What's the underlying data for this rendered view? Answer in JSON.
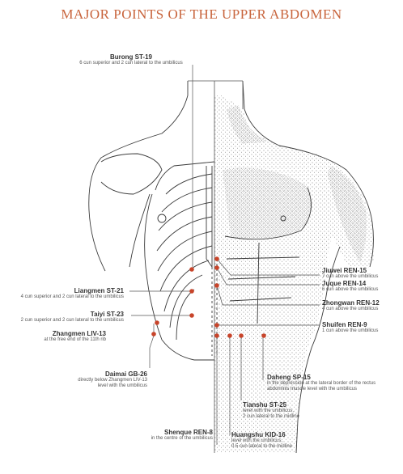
{
  "title": "MAJOR POINTS OF THE UPPER ABDOMEN",
  "colors": {
    "title": "#c8643c",
    "point": "#c8442a",
    "line": "#555555",
    "body": "#3a3a3a"
  },
  "points": [
    {
      "id": "burong",
      "name": "Burong ST-19",
      "desc": [
        "6 cun superior and 2 cun lateral to the umbilicus"
      ]
    },
    {
      "id": "jiuwei",
      "name": "Jiuwei REN-15",
      "desc": [
        "7 cun above the umbilicus"
      ]
    },
    {
      "id": "juque",
      "name": "Juque REN-14",
      "desc": [
        "6 cun above the umbilicus"
      ]
    },
    {
      "id": "liangmen",
      "name": "Liangmen ST-21",
      "desc": [
        "4 cun superior and 2 cun lateral to the umbilicus"
      ]
    },
    {
      "id": "zhongwan",
      "name": "Zhongwan REN-12",
      "desc": [
        "4 cun above the umbilicus"
      ]
    },
    {
      "id": "taiyi",
      "name": "Taiyi ST-23",
      "desc": [
        "2 cun superior and 2 cun lateral to the umbilicus"
      ]
    },
    {
      "id": "shuifen",
      "name": "Shuifen REN-9",
      "desc": [
        "1 cun above the umbilicus"
      ]
    },
    {
      "id": "zhangmen",
      "name": "Zhangmen LIV-13",
      "desc": [
        "at the free end of the 11th rib"
      ]
    },
    {
      "id": "daimai",
      "name": "Daimai GB-26",
      "desc": [
        "directly below Zhangmen LIV-13",
        "level with the umbilicus"
      ]
    },
    {
      "id": "daheng",
      "name": "Daheng SP-15",
      "desc": [
        "in the depression at the lateral border of the rectus",
        "abdominis muscle level with the umbilicus"
      ]
    },
    {
      "id": "tianshu",
      "name": "Tianshu ST-25",
      "desc": [
        "level with the umbilicus,",
        "2 cun lateral to the midline"
      ]
    },
    {
      "id": "shenque",
      "name": "Shenque REN-8",
      "desc": [
        "in the centre of the umbilicus"
      ]
    },
    {
      "id": "huangshu",
      "name": "Huangshu KID-16",
      "desc": [
        "level with the umbilicus,",
        "0.5 cun lateral to the midline"
      ]
    }
  ]
}
